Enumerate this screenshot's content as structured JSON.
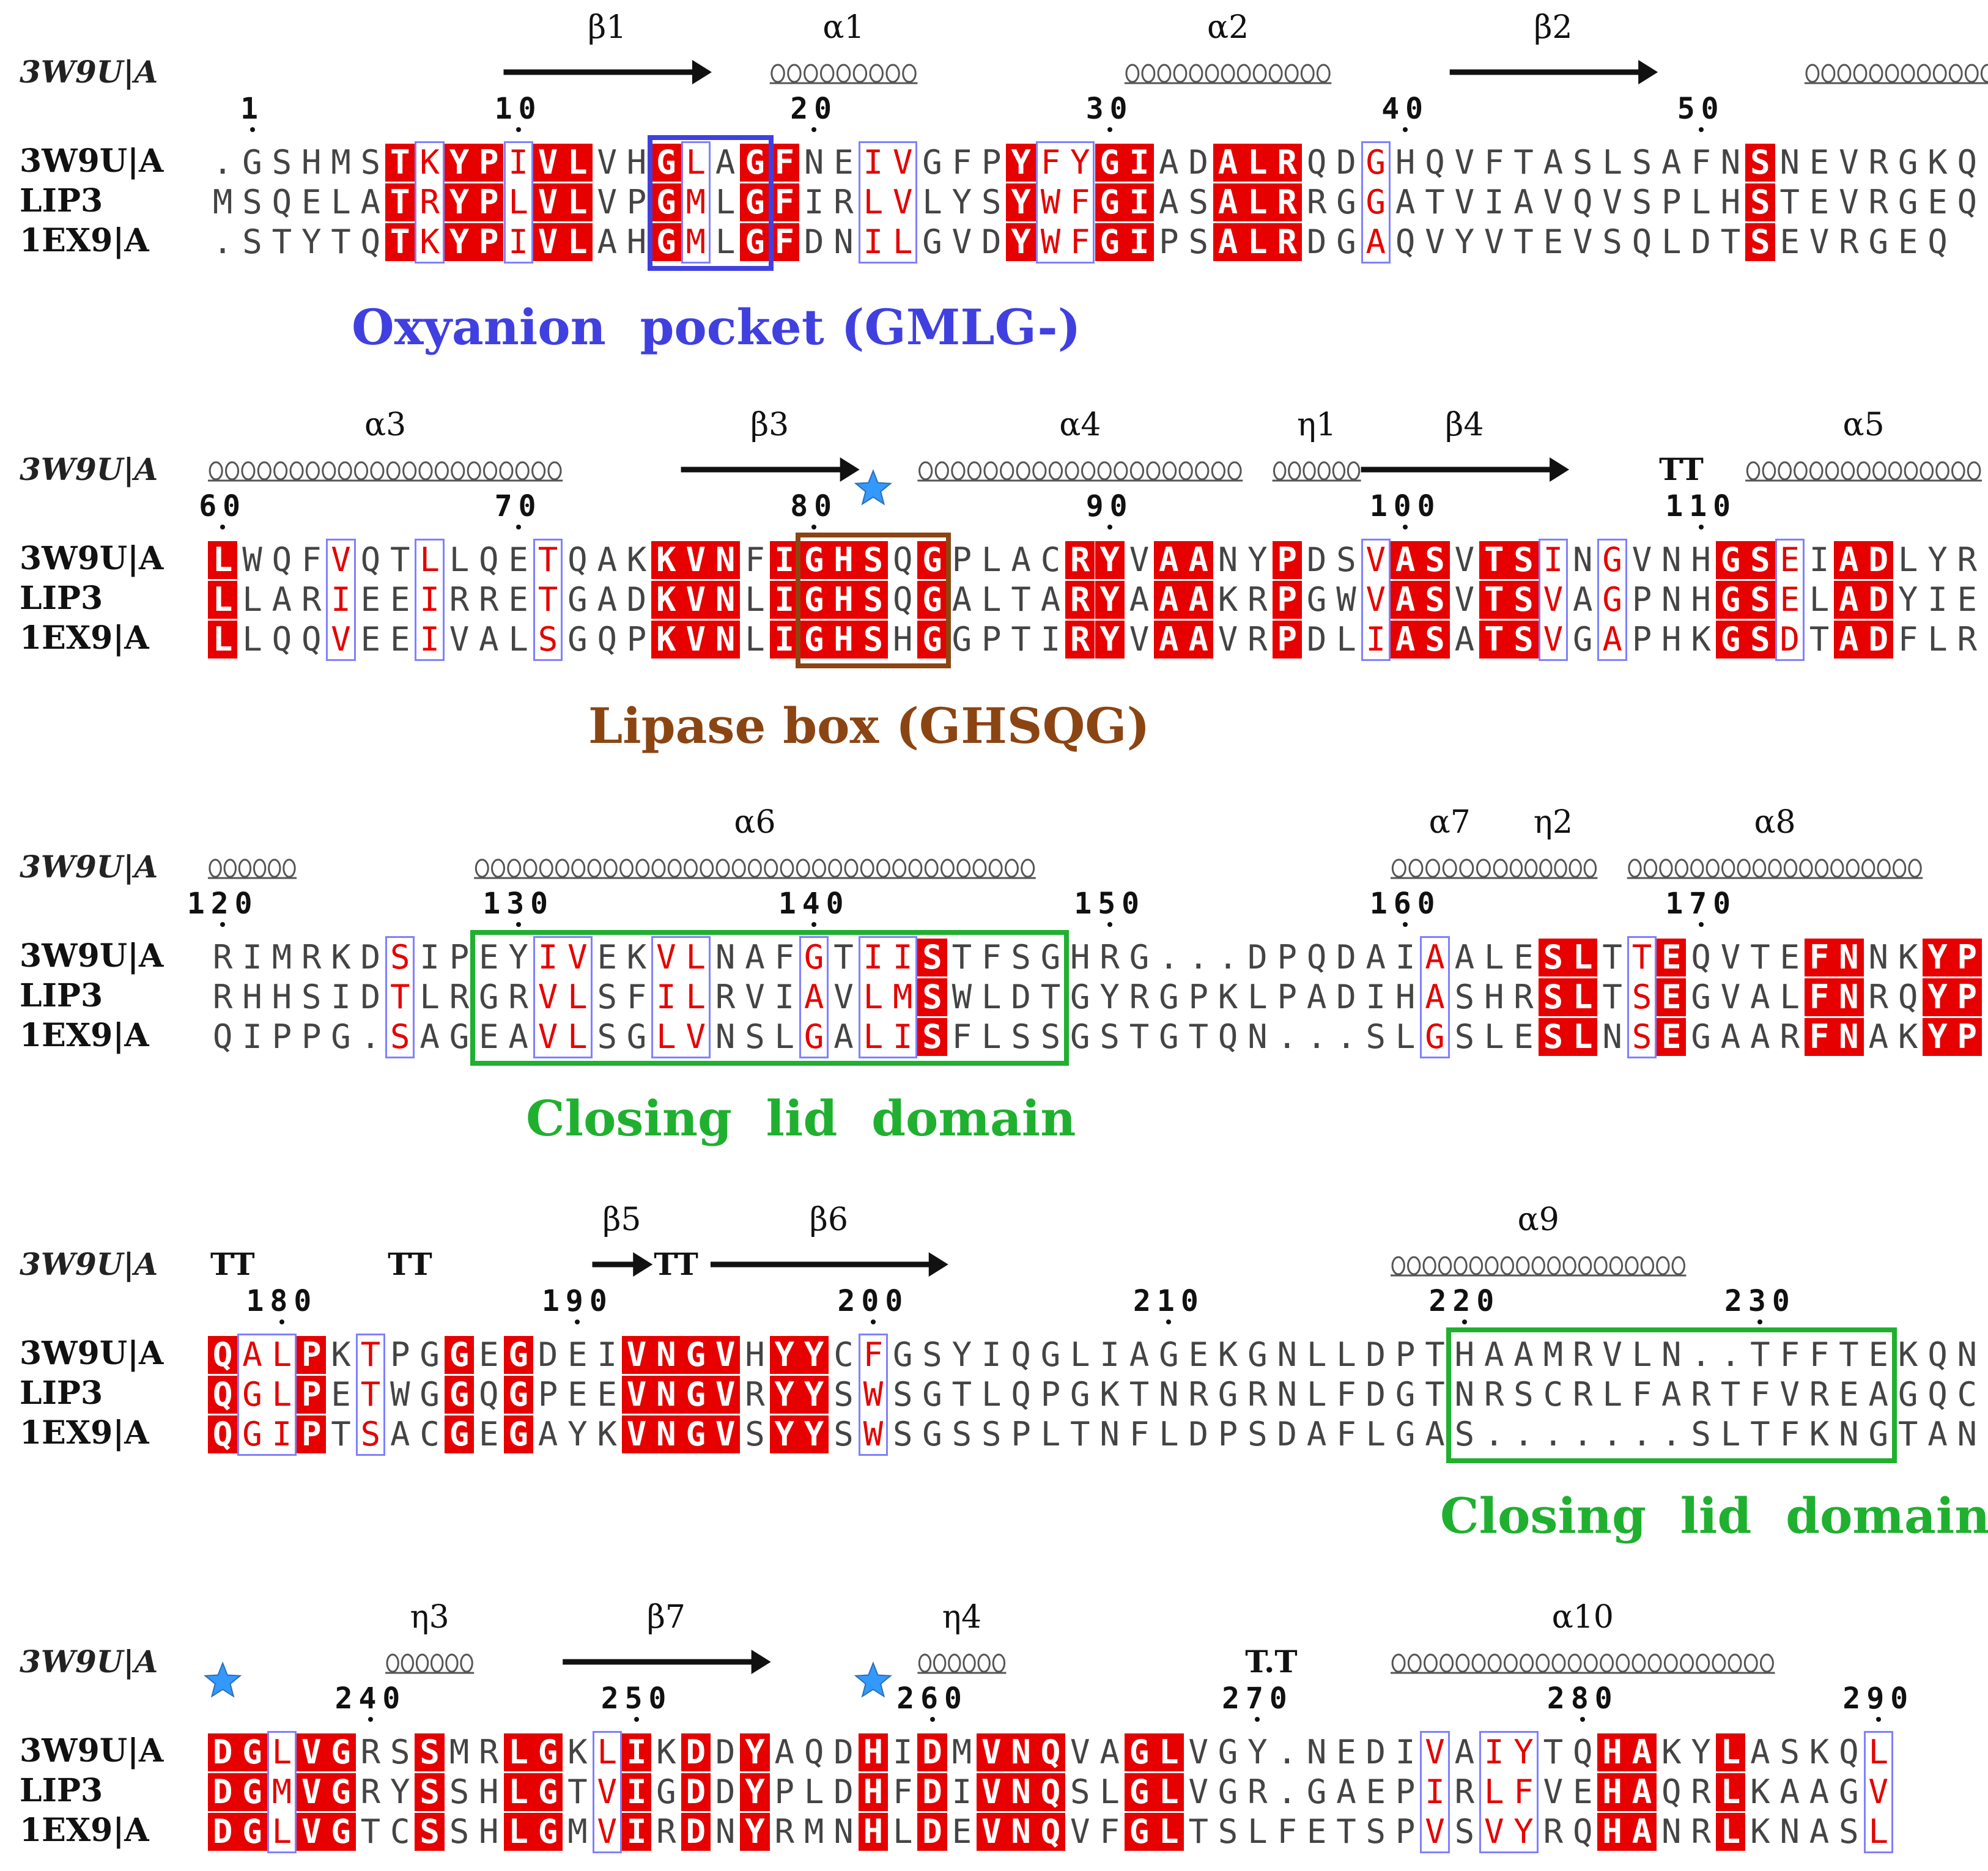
{
  "colors": {
    "identical_bg": "#e60000",
    "similar_text": "#e60000",
    "similarity_box": "#8080ff",
    "oxyanion": "#4040e0",
    "lipase": "#8b4513",
    "lid": "#20b030",
    "star": "#3399ff",
    "plain": "#444444"
  },
  "blocks": [
    {
      "start": 0,
      "ref": "3W9U|A",
      "ticks": [
        {
          "n": "1",
          "c": 1
        },
        {
          "n": "10",
          "c": 10
        },
        {
          "n": "20",
          "c": 20
        },
        {
          "n": "30",
          "c": 30
        },
        {
          "n": "40",
          "c": 40
        },
        {
          "n": "50",
          "c": 50
        }
      ],
      "ss": [
        {
          "type": "arrow",
          "from": 10,
          "to": 16,
          "label": "β1"
        },
        {
          "type": "helix",
          "from": 19,
          "to": 23,
          "label": "α1"
        },
        {
          "type": "helix",
          "from": 31,
          "to": 37,
          "label": "α2"
        },
        {
          "type": "arrow",
          "from": 42,
          "to": 48,
          "label": "β2"
        },
        {
          "type": "helix",
          "from": 54,
          "to": 60,
          "label": ""
        }
      ],
      "tt": [],
      "stars": [],
      "seqs": [
        {
          "name": "3W9U|A",
          "seq": ".GSHMSTKYPIVLVHGLAGFNEIVGFPYFYGIADALRQDGHQVFTASLSAFNSNEVRGKQ"
        },
        {
          "name": "LIP3",
          "seq": "MSQELATRYPLVLVPGMLGFIRLVLYSYWFGIASALRRGGATVIAVQVSPLHSTEVRGEQ"
        },
        {
          "name": "1EX9|A",
          "seq": ".STYTQTKYPIVLAHGMLGFDNILGVDYWFGIPSALRDGAQVYVTEVSQLDTSEVRGEQ"
        }
      ]
    },
    {
      "start": 60,
      "ref": "3W9U|A",
      "ticks": [
        {
          "n": "60",
          "c": 0
        },
        {
          "n": "70",
          "c": 10
        },
        {
          "n": "80",
          "c": 20
        },
        {
          "n": "90",
          "c": 30
        },
        {
          "n": "100",
          "c": 40
        },
        {
          "n": "110",
          "c": 50
        }
      ],
      "ss": [
        {
          "type": "helix",
          "from": 0,
          "to": 11,
          "label": "α3"
        },
        {
          "type": "arrow",
          "from": 16,
          "to": 21,
          "label": "β3"
        },
        {
          "type": "helix",
          "from": 24,
          "to": 34,
          "label": "α4"
        },
        {
          "type": "helix",
          "from": 36,
          "to": 38,
          "label": "η1"
        },
        {
          "type": "arrow",
          "from": 39,
          "to": 45,
          "label": "β4"
        },
        {
          "type": "helix",
          "from": 52,
          "to": 59,
          "label": "α5"
        }
      ],
      "tt": [
        {
          "text": "TT",
          "c": 49
        }
      ],
      "stars": [
        22
      ],
      "seqs": [
        {
          "name": "3W9U|A",
          "seq": "LWQFVQTLLQETQAKKVNFIGHSQGPLACRYVAANYPDSVASVTSINGVNHGSEIADLYR"
        },
        {
          "name": "LIP3",
          "seq": "LLARIEEIRRETGADKVNLIGHSQGALTARYAAAKRPGWVASVTSVAGPNHGSELADYIE"
        },
        {
          "name": "1EX9|A",
          "seq": "LLQQVEEIVALSGQPKVNLIGHSHGGPTIRYVAAVRPDLIASATSVGAPHKGSDTADFLR"
        }
      ]
    },
    {
      "start": 120,
      "ref": "3W9U|A",
      "ticks": [
        {
          "n": "120",
          "c": 0
        },
        {
          "n": "130",
          "c": 10
        },
        {
          "n": "140",
          "c": 20
        },
        {
          "n": "150",
          "c": 30
        },
        {
          "n": "160",
          "c": 40
        },
        {
          "n": "170",
          "c": 50
        }
      ],
      "ss": [
        {
          "type": "helix",
          "from": 0,
          "to": 2,
          "label": ""
        },
        {
          "type": "helix",
          "from": 9,
          "to": 27,
          "label": "α6"
        },
        {
          "type": "helix",
          "from": 40,
          "to": 43,
          "label": "α7"
        },
        {
          "type": "helix",
          "from": 44,
          "to": 46,
          "label": "η2"
        },
        {
          "type": "helix",
          "from": 48,
          "to": 57,
          "label": "α8"
        }
      ],
      "tt": [],
      "stars": [],
      "seqs": [
        {
          "name": "3W9U|A",
          "seq": "RIMRKDSIPEYIVEKVLNAFGTIISTFSGHRG...DPQDAIAALESLTTEQVTEFNNKYP"
        },
        {
          "name": "LIP3",
          "seq": "RHHSIDTLRGRVLSFILRVIAVLMSWLDTGYRGPKLPADIHASHRSLTSEGVALFNRQYP"
        },
        {
          "name": "1EX9|A",
          "seq": "QIPPG.SAGEAVLSGLVNSLGALISFLSSGSTGTQN...SLGSLESLNSEGAARFNAKYP"
        }
      ]
    },
    {
      "start": 180,
      "ref": "3W9U|A",
      "ticks": [
        {
          "n": "180",
          "c": 2
        },
        {
          "n": "190",
          "c": 12
        },
        {
          "n": "200",
          "c": 22
        },
        {
          "n": "210",
          "c": 32
        },
        {
          "n": "220",
          "c": 42
        },
        {
          "n": "230",
          "c": 52
        }
      ],
      "ss": [
        {
          "type": "arrow",
          "from": 13,
          "to": 14,
          "label": "β5"
        },
        {
          "type": "arrow",
          "from": 17,
          "to": 24,
          "label": "β6"
        },
        {
          "type": "helix",
          "from": 40,
          "to": 49,
          "label": "α9"
        }
      ],
      "tt": [
        {
          "text": "TT",
          "c": 0
        },
        {
          "text": "TT",
          "c": 6
        },
        {
          "text": "TT",
          "c": 15
        }
      ],
      "stars": [],
      "seqs": [
        {
          "name": "3W9U|A",
          "seq": "QALPKTPGGEGDEIVNGVHYYCFGSYIQGLIAGEKGNLLDPTHAAMRVLN..TFFTEKQN"
        },
        {
          "name": "LIP3",
          "seq": "QGLPETWGGQGPEEVNGVRYYSWSGTLQPGKTNRGRNLFDGTNRSCRLFARTFVREAGQC"
        },
        {
          "name": "1EX9|A",
          "seq": "QGIPTSACGEGAYKVNGVSYYSWSGSSPLTNFLDPSDAFLGAS.......SLTFKNGTAN"
        }
      ]
    },
    {
      "start": 240,
      "ref": "3W9U|A",
      "ticks": [
        {
          "n": "240",
          "c": 5
        },
        {
          "n": "250",
          "c": 14
        },
        {
          "n": "260",
          "c": 24
        },
        {
          "n": "270",
          "c": 35
        },
        {
          "n": "280",
          "c": 46
        },
        {
          "n": "290",
          "c": 56
        }
      ],
      "ss": [
        {
          "type": "helix",
          "from": 6,
          "to": 8,
          "label": "η3"
        },
        {
          "type": "arrow",
          "from": 12,
          "to": 18,
          "label": "β7"
        },
        {
          "type": "helix",
          "from": 24,
          "to": 26,
          "label": "η4"
        },
        {
          "type": "helix",
          "from": 40,
          "to": 52,
          "label": "α10"
        }
      ],
      "tt": [
        {
          "text": "T.T",
          "c": 35
        }
      ],
      "stars": [
        0,
        22
      ],
      "seqs": [
        {
          "name": "3W9U|A",
          "seq": "DGLVGRSSMRLGKLIKDDYAQDHIDMVNQVAGLVGY.NEDIVAIYTQHAKYLASKQL"
        },
        {
          "name": "LIP3",
          "seq": "DGMVGRYSSHLGTVIGDDYPLDHFDIVNQSLGLVGR.GAEPIRLFVEHAQRLKAAGV"
        },
        {
          "name": "1EX9|A",
          "seq": "DGLVGTCSSHLGMVIRDNYRMNHLDEVNQVFGLTSLFETSPVSVYRQHANRLKNASL"
        }
      ]
    }
  ],
  "annotations": {
    "oxyanion": "Oxyanion  pocket (GMLG-)",
    "lipase": "Lipase box (GHSQG)",
    "lid1": "Closing  lid  domain",
    "lid2": "Closing  lid  domain"
  }
}
